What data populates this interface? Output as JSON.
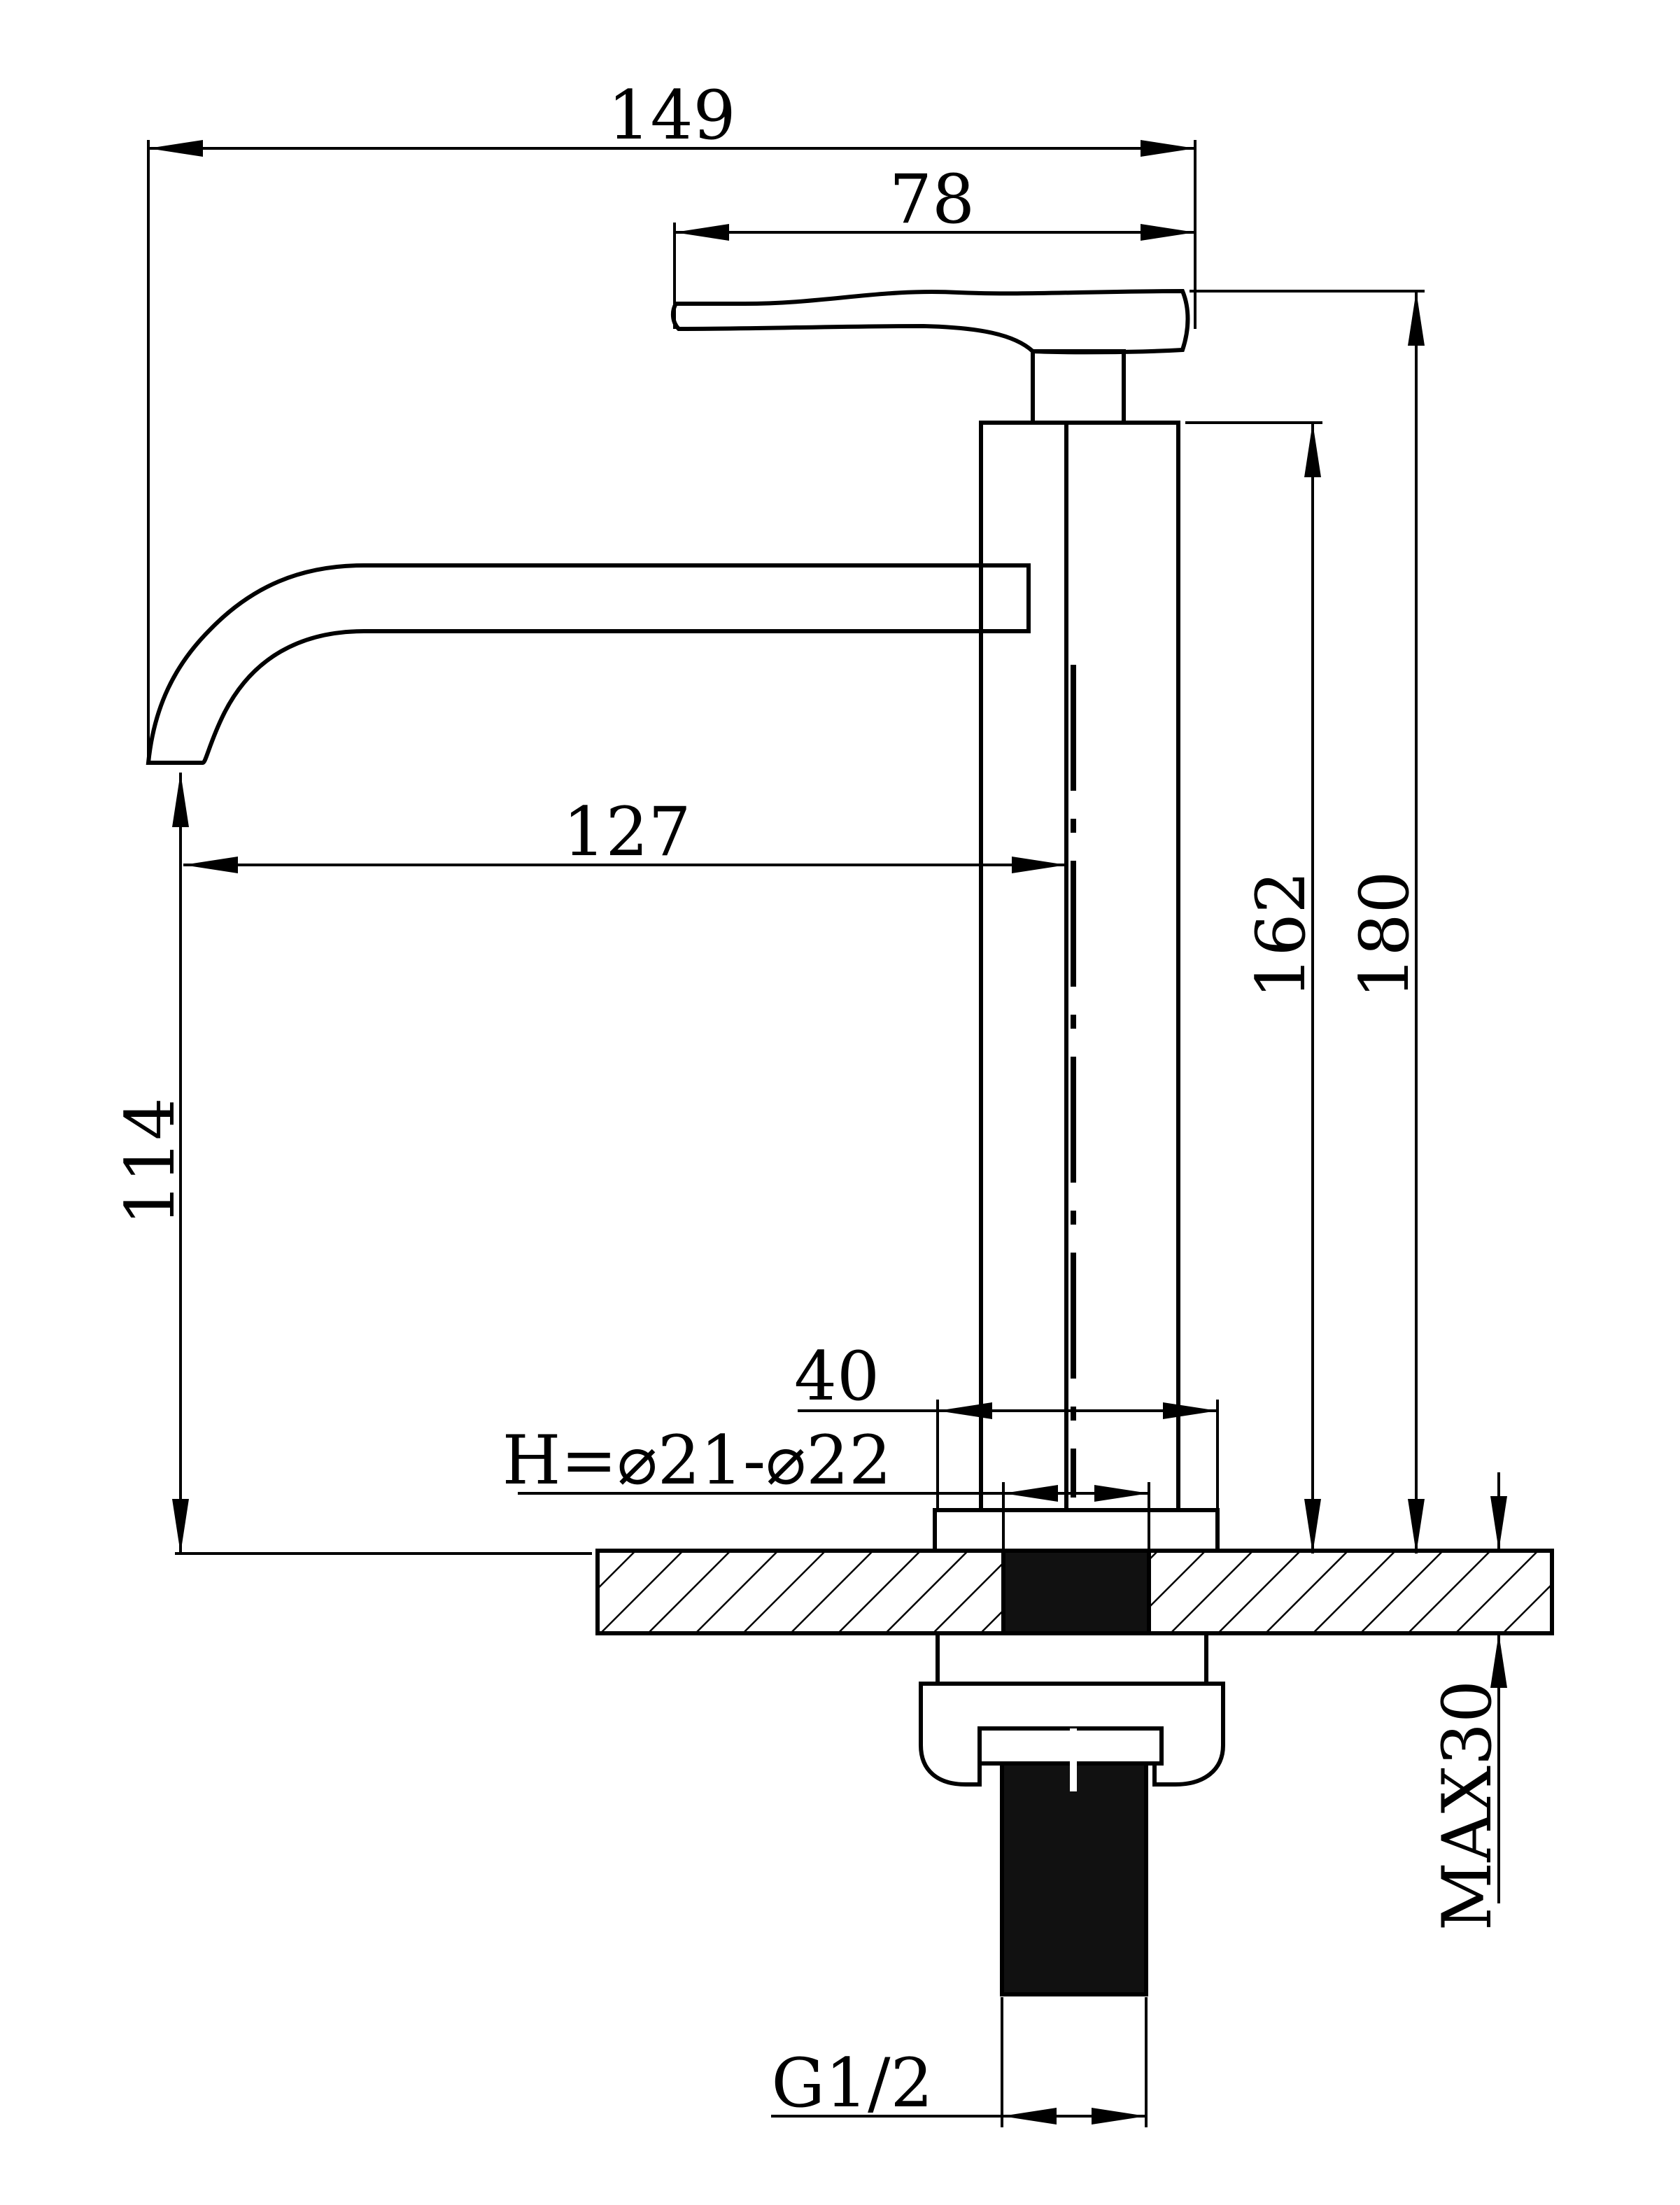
{
  "dimensions": {
    "overall_length": "149",
    "handle_length": "78",
    "spout_reach": "127",
    "spout_height": "114",
    "body_height": "162",
    "total_height": "180",
    "base_diameter": "40",
    "hole_size": "H=⌀21-⌀22",
    "max_deck_thickness": "MAX30",
    "thread": "G1/2"
  },
  "colors": {
    "line": "#000000",
    "background": "#ffffff"
  }
}
